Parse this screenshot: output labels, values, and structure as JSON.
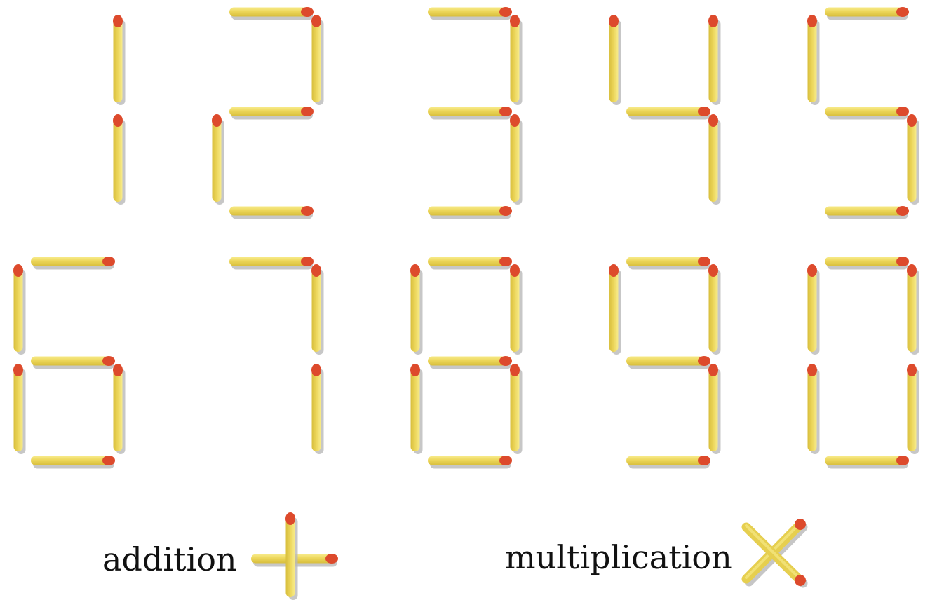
{
  "colors": {
    "stick": "#e6cf4f",
    "stick_highlight": "#f7ea86",
    "stick_shadow": "#b9b9b9",
    "head": "#dd4a2c",
    "background": "#ffffff",
    "label": "#111111"
  },
  "digits": [
    {
      "name": "one",
      "segments": [
        "b",
        "c"
      ]
    },
    {
      "name": "two",
      "segments": [
        "a",
        "b",
        "g",
        "e",
        "d"
      ]
    },
    {
      "name": "three",
      "segments": [
        "a",
        "b",
        "g",
        "c",
        "d"
      ]
    },
    {
      "name": "four",
      "segments": [
        "f",
        "g",
        "b",
        "c"
      ]
    },
    {
      "name": "five",
      "segments": [
        "a",
        "f",
        "g",
        "c",
        "d"
      ]
    },
    {
      "name": "six",
      "segments": [
        "a",
        "f",
        "g",
        "e",
        "c",
        "d"
      ]
    },
    {
      "name": "seven",
      "segments": [
        "a",
        "b",
        "c"
      ]
    },
    {
      "name": "eight",
      "segments": [
        "a",
        "b",
        "c",
        "d",
        "e",
        "f",
        "g"
      ]
    },
    {
      "name": "nine",
      "segments": [
        "a",
        "b",
        "c",
        "d",
        "f",
        "g"
      ]
    },
    {
      "name": "zero",
      "segments": [
        "a",
        "b",
        "c",
        "d",
        "e",
        "f"
      ]
    }
  ],
  "operators": {
    "addition": {
      "label": "addition",
      "icon": "plus-icon"
    },
    "multiplication": {
      "label": "multiplication",
      "icon": "times-icon"
    }
  }
}
